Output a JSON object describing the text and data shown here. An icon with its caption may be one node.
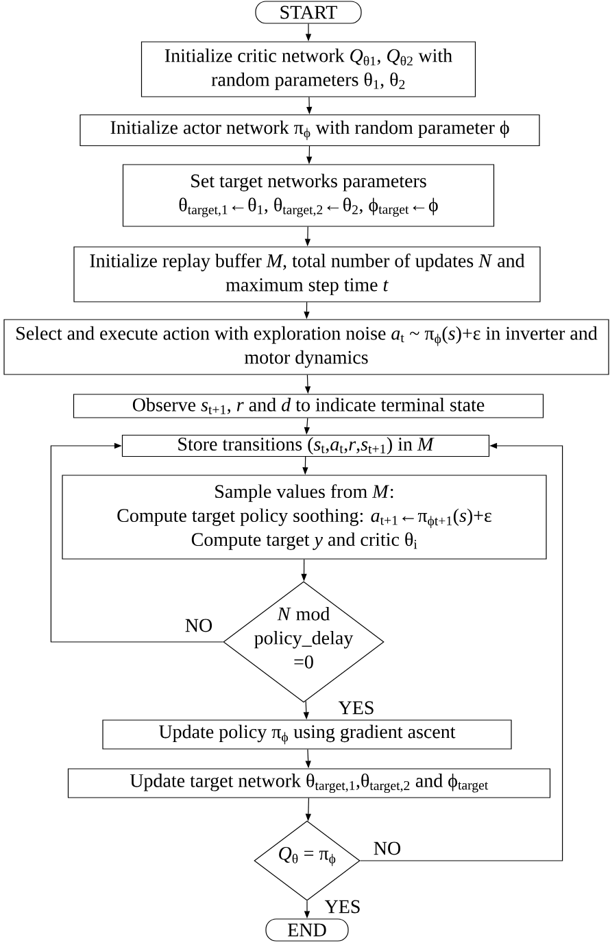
{
  "diagram": {
    "nodes": [
      {
        "text": [
          "START"
        ]
      },
      {
        "text": [
          "Initialize critic network *Q*$_{θ1}$, *Q*$_{θ2}$ with random parameters θ$_{1}$, θ$_{2}$"
        ]
      },
      {
        "text": [
          "Initialize actor network π$_{ϕ}$ with random parameter ϕ"
        ]
      },
      {
        "text": [
          "Set target networks parameters",
          "θ$_{target,1}$←θ$_{1}$, θ$_{target,2}$←θ$_{2}$, ϕ$_{target}$←ϕ"
        ]
      },
      {
        "text": [
          "Initialize replay buffer *M*, total number of updates *N* and maximum step time *t*"
        ]
      },
      {
        "text": [
          "Select and execute action with exploration noise *a*$_{t}$ ~ π$_{ϕ}$(*s*)+ε in inverter and motor dynamics"
        ]
      },
      {
        "text": [
          "Observe *s*$_{t+1}$, *r* and *d* to indicate terminal state"
        ]
      },
      {
        "text": [
          "Store transitions (*s*$_{t}$,*a*$_{t}$,*r*,*s*$_{t+1}$) in *M*"
        ]
      },
      {
        "text": [
          "Sample values from *M*:",
          "Compute target policy soothing: *a*$_{t+1}$←π$_{ϕt+1}$(*s*)+ε",
          "Compute target *y* and critic θ$_{i}$"
        ]
      },
      {
        "text": [
          "*N* mod policy_delay =0"
        ]
      },
      {
        "text": [
          "Update policy π$_{ϕ}$ using gradient ascent"
        ]
      },
      {
        "text": [
          "Update target network θ$_{target,1}$,θ$_{target,2}$ and ϕ$_{target}$"
        ]
      },
      {
        "text": [
          "*Q*$_{θ}$ = π$_{ϕ}$"
        ]
      },
      {
        "text": [
          "END"
        ]
      }
    ],
    "edges": [
      {
        "from": 0,
        "to": 1,
        "arrow": "to"
      },
      {
        "from": 1,
        "to": 2,
        "arrow": "to"
      },
      {
        "from": 2,
        "to": 3,
        "arrow": "to"
      },
      {
        "from": 3,
        "to": 4,
        "arrow": "to"
      },
      {
        "from": 4,
        "to": 5,
        "arrow": "to"
      },
      {
        "from": 5,
        "to": 6,
        "arrow": "to"
      },
      {
        "from": 6,
        "to": 7,
        "arrow": "to"
      },
      {
        "from": 7,
        "to": 8,
        "arrow": "to"
      },
      {
        "from": 8,
        "to": 9,
        "arrow": "to"
      },
      {
        "from": 9,
        "to": 7,
        "arrow": "to",
        "label": "NO"
      },
      {
        "from": 9,
        "to": 10,
        "arrow": "to",
        "label": "YES"
      },
      {
        "from": 10,
        "to": 11,
        "arrow": "to"
      },
      {
        "from": 11,
        "to": 12,
        "arrow": "to"
      },
      {
        "from": 12,
        "to": 7,
        "arrow": "to",
        "label": "NO"
      },
      {
        "from": 12,
        "to": 13,
        "arrow": "to",
        "label": "YES"
      }
    ]
  }
}
